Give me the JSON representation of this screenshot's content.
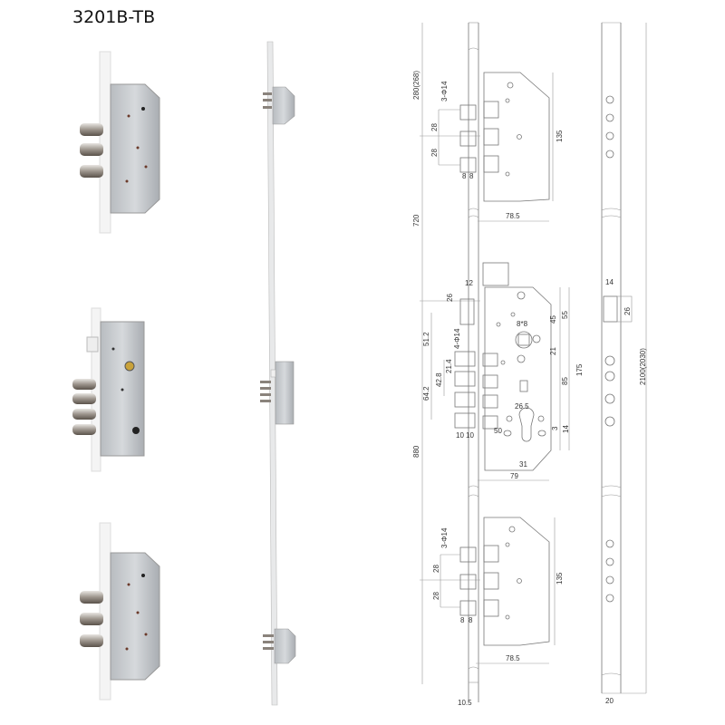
{
  "title": "3201B-TB",
  "photos": {
    "top_lock": "3-bolt auxiliary lock (top)",
    "center_lock": "main lock body with 4 bolts and latch",
    "bottom_lock": "3-bolt auxiliary lock (bottom)",
    "full_assembly": "full multipoint lock assembly on strip"
  },
  "drawing": {
    "overall": {
      "top_segment": "280(268)",
      "upper_span": "720",
      "lower_span": "880",
      "total_length": "2100(2030)",
      "strip_width": "20",
      "faceplate_thickness": "10.5"
    },
    "top_lock": {
      "bolts": "3-Φ14",
      "spacing_1": "28",
      "spacing_2": "28",
      "bolt_w1": "8",
      "bolt_w2": "8",
      "height": "135",
      "depth": "78.5"
    },
    "main_lock": {
      "latch_height": "26",
      "latch_width": "12",
      "bolts": "4-Φ14",
      "dim_51_2": "51.2",
      "dim_64_2": "64.2",
      "dim_42_8": "42.8",
      "dim_21_4": "21.4",
      "bolt_w1": "10",
      "bolt_w2": "10",
      "spindle": "8*8",
      "dim_45": "45",
      "dim_55": "55",
      "dim_21": "21",
      "dim_85": "85",
      "dim_175": "175",
      "cylinder_26_5": "26.5",
      "backset": "50",
      "dim_3": "3",
      "dim_14": "14",
      "dim_31": "31",
      "depth": "79"
    },
    "bottom_lock": {
      "bolts": "3-Φ14",
      "spacing_1": "28",
      "spacing_2": "28",
      "bolt_w1": "8",
      "bolt_w2": "8",
      "height": "135",
      "depth": "78.5"
    },
    "strip_side": {
      "latch_width": "14",
      "latch_height": "26"
    }
  }
}
